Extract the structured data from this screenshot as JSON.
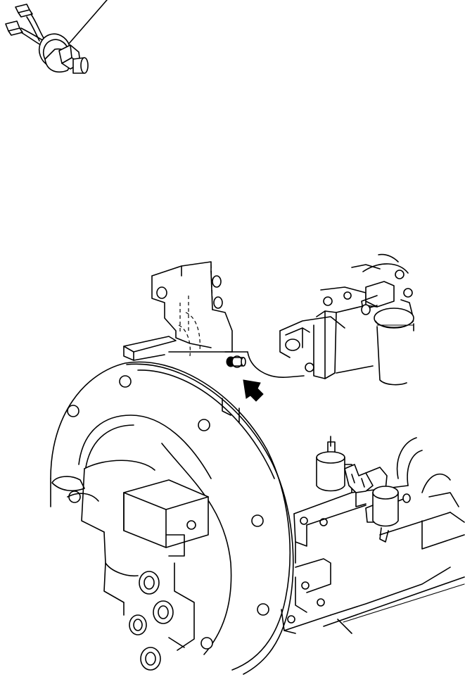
{
  "figure": {
    "background": "#ffffff",
    "ink": "#000000",
    "detail_part": "pressure-switch",
    "assembly": "engine-flywheel-housing",
    "pointer": "arrow"
  }
}
